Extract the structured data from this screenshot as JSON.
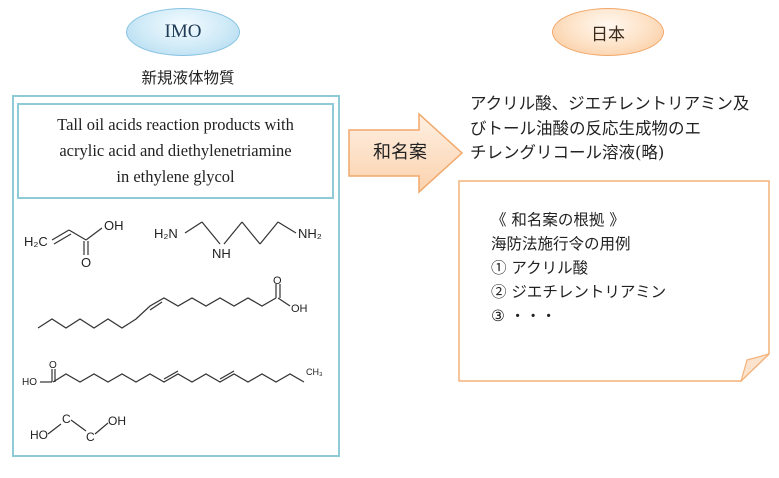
{
  "imo": {
    "header": "IMO",
    "substance_label": "新規液体物質",
    "english_name_lines": [
      "Tall oil acids reaction products with",
      "acrylic acid and diethylenetriamine",
      "in ethylene glycol"
    ]
  },
  "japan": {
    "header": "日本",
    "japanese_name_lines": [
      "アクリル酸、ジエチレントリアミン及",
      "びトール油酸の反応生成物のエ",
      "チレングリコール溶液(略)"
    ]
  },
  "arrow": {
    "label": "和名案"
  },
  "note": {
    "title": "《 和名案の根拠 》",
    "subtitle": "海防法施行令の用例",
    "items": [
      "① アクリル酸",
      "② ジエチレントリアミン",
      "③ ・・・"
    ]
  },
  "colors": {
    "imo_accent": "#8fcbd6",
    "japan_accent": "#f1a86b",
    "arrow_fill": "#fcdcbd",
    "note_border": "#f4b27a"
  },
  "structures": {
    "acrylic_acid": {
      "h2c": "H₂C",
      "oh": "OH",
      "o": "O"
    },
    "diethylenetriamine": {
      "h2n": "H₂N",
      "nh": "NH",
      "nh2": "NH₂"
    },
    "oleic_acid": {
      "o": "O",
      "oh": "OH"
    },
    "linoleic_acid": {
      "ho": "HO",
      "o": "O",
      "ch3": "CH₃"
    },
    "ethylene_glycol": {
      "ho": "HO",
      "c1": "C",
      "c2": "C",
      "oh": "OH"
    }
  }
}
